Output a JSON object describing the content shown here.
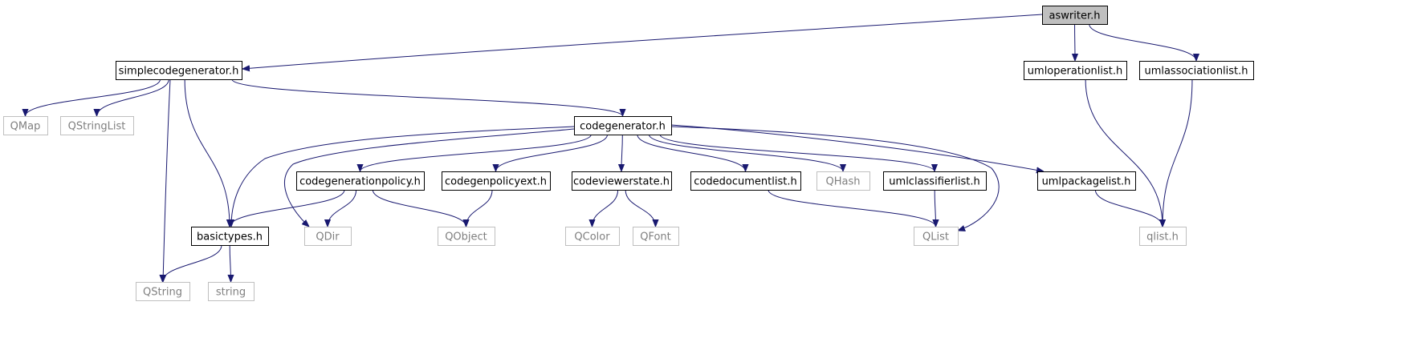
{
  "colors": {
    "edge": "#191970",
    "root_fill": "#bfbfbf",
    "node_stroke": "#000000",
    "external_stroke": "#bfbfbf",
    "external_text": "#7f7f7f"
  },
  "nodes": [
    {
      "id": "aswriter",
      "label": "aswriter.h",
      "kind": "root"
    },
    {
      "id": "simplecodegenerator",
      "label": "simplecodegenerator.h",
      "kind": "header"
    },
    {
      "id": "umloperationlist",
      "label": "umloperationlist.h",
      "kind": "header"
    },
    {
      "id": "umlassociationlist",
      "label": "umlassociationlist.h",
      "kind": "header"
    },
    {
      "id": "QMap",
      "label": "QMap",
      "kind": "external"
    },
    {
      "id": "QStringList",
      "label": "QStringList",
      "kind": "external"
    },
    {
      "id": "codegenerator",
      "label": "codegenerator.h",
      "kind": "header"
    },
    {
      "id": "codegenerationpolicy",
      "label": "codegenerationpolicy.h",
      "kind": "header"
    },
    {
      "id": "codegenpolicyext",
      "label": "codegenpolicyext.h",
      "kind": "header"
    },
    {
      "id": "codeviewerstate",
      "label": "codeviewerstate.h",
      "kind": "header"
    },
    {
      "id": "codedocumentlist",
      "label": "codedocumentlist.h",
      "kind": "header"
    },
    {
      "id": "QHash",
      "label": "QHash",
      "kind": "external"
    },
    {
      "id": "umlclassifierlist",
      "label": "umlclassifierlist.h",
      "kind": "header"
    },
    {
      "id": "umlpackagelist",
      "label": "umlpackagelist.h",
      "kind": "header"
    },
    {
      "id": "basictypes",
      "label": "basictypes.h",
      "kind": "header"
    },
    {
      "id": "QDir",
      "label": "QDir",
      "kind": "external"
    },
    {
      "id": "QObject",
      "label": "QObject",
      "kind": "external"
    },
    {
      "id": "QColor",
      "label": "QColor",
      "kind": "external"
    },
    {
      "id": "QFont",
      "label": "QFont",
      "kind": "external"
    },
    {
      "id": "QList",
      "label": "QList",
      "kind": "external"
    },
    {
      "id": "qlist",
      "label": "qlist.h",
      "kind": "external"
    },
    {
      "id": "QString",
      "label": "QString",
      "kind": "external"
    },
    {
      "id": "string",
      "label": "string",
      "kind": "external"
    }
  ],
  "edges": [
    {
      "from": "aswriter",
      "to": "simplecodegenerator"
    },
    {
      "from": "aswriter",
      "to": "umloperationlist"
    },
    {
      "from": "aswriter",
      "to": "umlassociationlist"
    },
    {
      "from": "simplecodegenerator",
      "to": "QMap"
    },
    {
      "from": "simplecodegenerator",
      "to": "QStringList"
    },
    {
      "from": "simplecodegenerator",
      "to": "QString"
    },
    {
      "from": "simplecodegenerator",
      "to": "basictypes"
    },
    {
      "from": "simplecodegenerator",
      "to": "codegenerator"
    },
    {
      "from": "umloperationlist",
      "to": "qlist"
    },
    {
      "from": "umlassociationlist",
      "to": "qlist"
    },
    {
      "from": "codegenerator",
      "to": "basictypes"
    },
    {
      "from": "codegenerator",
      "to": "QDir"
    },
    {
      "from": "codegenerator",
      "to": "codegenerationpolicy"
    },
    {
      "from": "codegenerator",
      "to": "codegenpolicyext"
    },
    {
      "from": "codegenerator",
      "to": "codeviewerstate"
    },
    {
      "from": "codegenerator",
      "to": "codedocumentlist"
    },
    {
      "from": "codegenerator",
      "to": "QHash"
    },
    {
      "from": "codegenerator",
      "to": "umlclassifierlist"
    },
    {
      "from": "codegenerator",
      "to": "umlpackagelist"
    },
    {
      "from": "codegenerator",
      "to": "QList"
    },
    {
      "from": "codegenerationpolicy",
      "to": "basictypes"
    },
    {
      "from": "codegenerationpolicy",
      "to": "QDir"
    },
    {
      "from": "codegenerationpolicy",
      "to": "QObject"
    },
    {
      "from": "codegenpolicyext",
      "to": "QObject"
    },
    {
      "from": "codeviewerstate",
      "to": "QColor"
    },
    {
      "from": "codeviewerstate",
      "to": "QFont"
    },
    {
      "from": "codedocumentlist",
      "to": "QList"
    },
    {
      "from": "umlclassifierlist",
      "to": "QList"
    },
    {
      "from": "umlpackagelist",
      "to": "qlist"
    },
    {
      "from": "basictypes",
      "to": "QString"
    },
    {
      "from": "basictypes",
      "to": "string"
    }
  ]
}
